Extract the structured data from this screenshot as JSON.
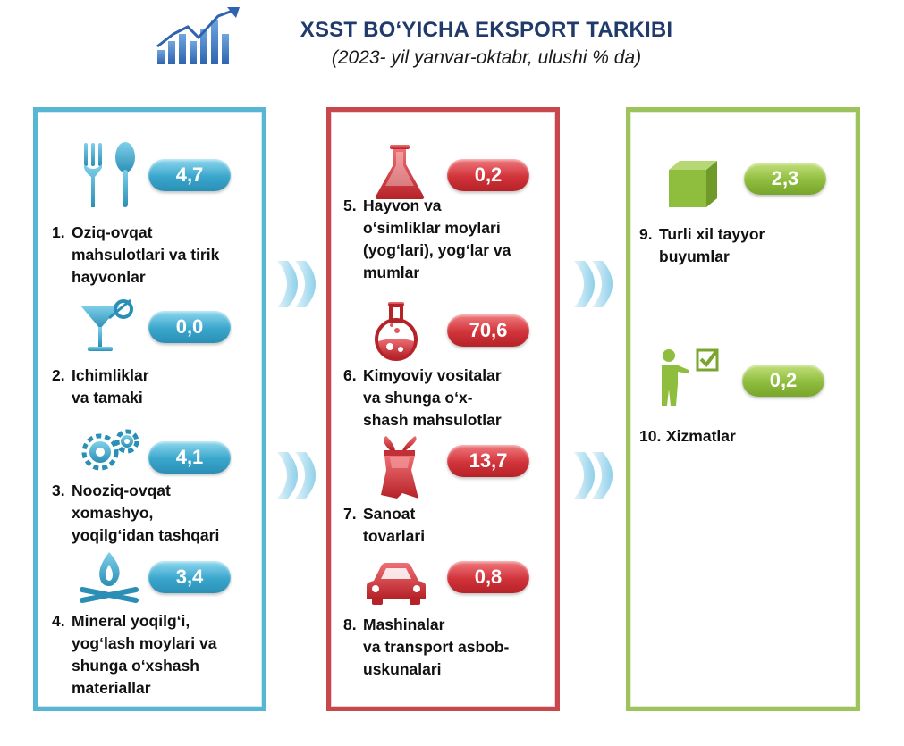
{
  "header": {
    "title": "XSST BO‘YICHA EKSPORT TARKIBI",
    "subtitle": "(2023- yil yanvar-oktabr, ulushi % da)",
    "logo_icon": "growth-chart-icon"
  },
  "colors": {
    "title": "#1f3a6b",
    "panel_blue": "#57b6d4",
    "panel_red": "#c8474d",
    "panel_green": "#9dc35c"
  },
  "categories": [
    {
      "number": "1.",
      "lines": [
        "Oziq-ovqat",
        "mahsulotlari va tirik",
        "hayvonlar"
      ],
      "value": "4,7",
      "icon": "fork-spoon-icon"
    },
    {
      "number": "2.",
      "lines": [
        "Ichimliklar",
        "va tamaki"
      ],
      "value": "0,0",
      "icon": "cocktail-glass-icon"
    },
    {
      "number": "3.",
      "lines": [
        "Nooziq-ovqat",
        "xomashyo,",
        "yoqilg‘idan tashqari"
      ],
      "value": "4,1",
      "icon": "gears-icon"
    },
    {
      "number": "4.",
      "lines": [
        "Mineral yoqilg‘i,",
        "yog‘lash moylari va",
        "shunga o‘xshash",
        "materiallar"
      ],
      "value": "3,4",
      "icon": "gas-flame-icon"
    },
    {
      "number": "5.",
      "lines": [
        "Hayvon va",
        "o‘simliklar moylari",
        "(yog‘lari), yog‘lar va",
        "mumlar"
      ],
      "value": "0,2",
      "icon": "flask-icon"
    },
    {
      "number": "6.",
      "lines": [
        "Kimyoviy vositalar",
        "va shunga o‘x-",
        "shash mahsulotlar"
      ],
      "value": "70,6",
      "icon": "chemistry-flask-icon"
    },
    {
      "number": "7.",
      "lines": [
        "Sanoat",
        "tovarlari"
      ],
      "value": "13,7",
      "icon": "fabric-icon"
    },
    {
      "number": "8.",
      "lines": [
        "Mashinalar",
        "va transport asbob-",
        "uskunalari"
      ],
      "value": "0,8",
      "icon": "car-icon"
    },
    {
      "number": "9.",
      "lines": [
        "Turli xil tayyor",
        "buyumlar"
      ],
      "value": "2,3",
      "icon": "cube-icon"
    },
    {
      "number": "10.",
      "lines": [
        "Xizmatlar"
      ],
      "value": "0,2",
      "icon": "presenter-checkmark-icon"
    }
  ],
  "connectors": [
    "chevron-right-icon",
    "chevron-right-icon",
    "chevron-right-icon",
    "chevron-right-icon"
  ]
}
